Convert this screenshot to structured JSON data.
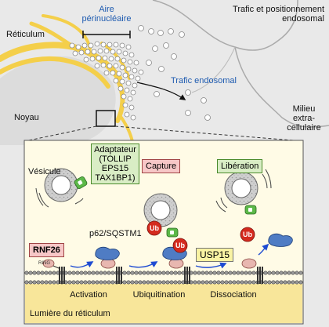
{
  "labels": {
    "reticulum": "Réticulum",
    "perinuclear_line1": "Aire",
    "perinuclear_line2": "périnucléaire",
    "trafic_line1": "Trafic et positionnement",
    "trafic_line2": "endosomal",
    "trafic_endosomal": "Trafic endosomal",
    "noyau": "Noyau",
    "milieu_line1": "Milieu",
    "milieu_line2": "extra-",
    "milieu_line3": "cellulaire",
    "vesicule": "Vésicule",
    "adaptateur_line1": "Adaptateur",
    "adaptateur_line2": "(TOLLIP",
    "adaptateur_line3": "EPS15",
    "adaptateur_line4": "TAX1BP1)",
    "capture": "Capture",
    "liberation": "Libération",
    "p62": "p62/SQSTM1",
    "rnf26": "RNF26",
    "ring": "RING",
    "ub1": "Ub",
    "ub2": "Ub",
    "ub3": "Ub",
    "usp15": "USP15",
    "activation": "Activation",
    "ubiquitination": "Ubiquitination",
    "dissociation": "Dissociation",
    "lumiere": "Lumière du réticulum"
  },
  "colors": {
    "background": "#e9e9e9",
    "reticulum": "#f4cf4a",
    "panel": "#fffbe6",
    "lumen": "#f8e69a",
    "membrane": "#666666",
    "protein_blue": "#4f7cc4",
    "ub_red": "#d42a1e",
    "adapter_green": "#5cb848",
    "label_blue": "#1e5bb0",
    "capture_bg": "#f7c7c7",
    "usp15_bg": "#f9f3a3"
  }
}
